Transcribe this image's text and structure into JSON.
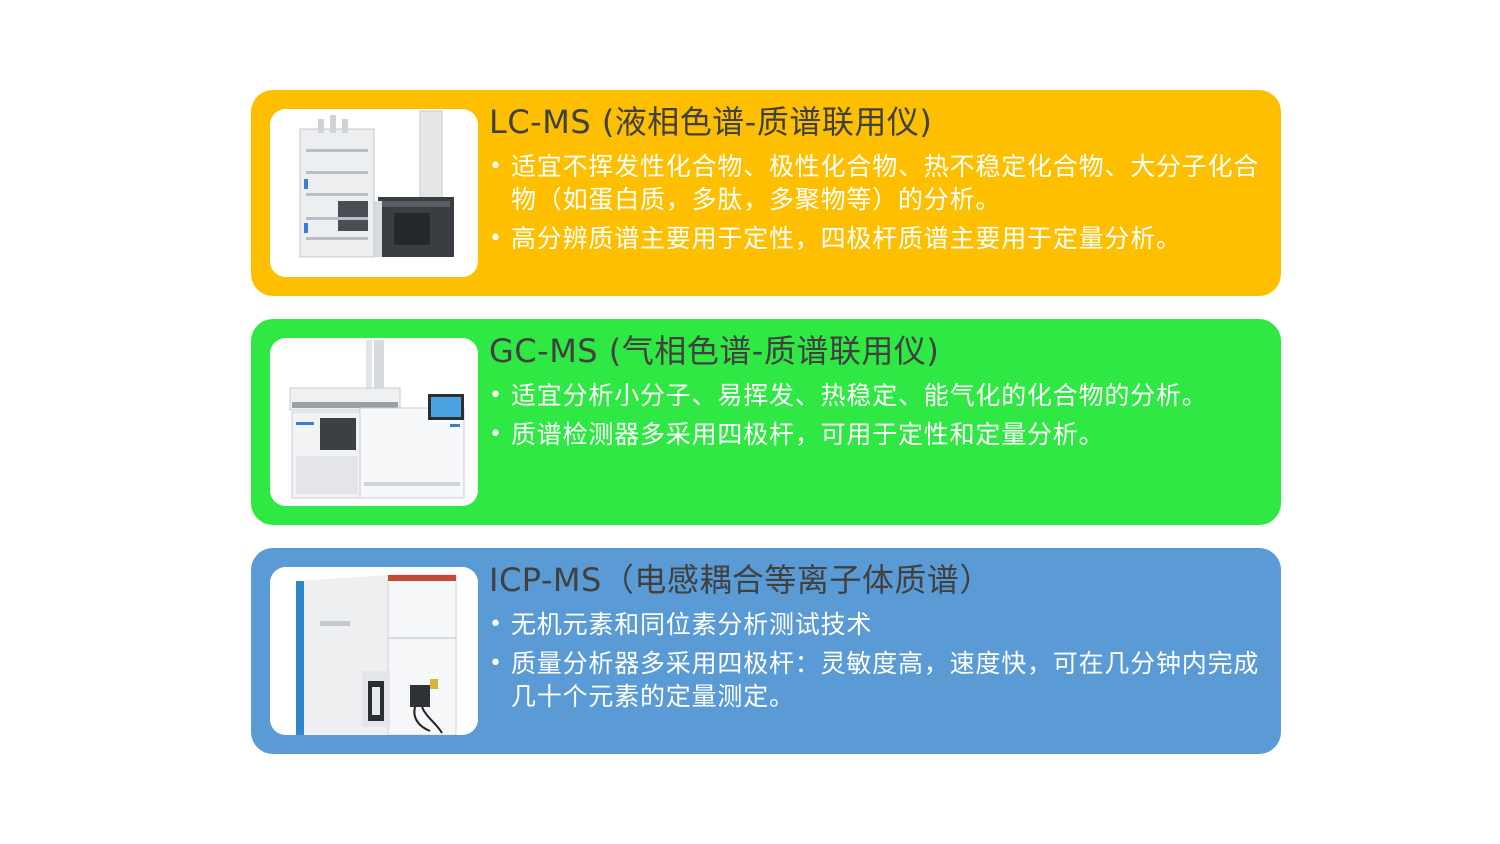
{
  "cards": [
    {
      "title": "LC-MS (液相色谱-质谱联用仪)",
      "image_icon": "lc-ms-instrument-icon",
      "color": "#fdbf00",
      "bullets": [
        "适宜不挥发性化合物、极性化合物、热不稳定化合物、大分子化合物（如蛋白质，多肽，多聚物等）的分析。",
        "高分辨质谱主要用于定性，四极杆质谱主要用于定量分析。"
      ]
    },
    {
      "title": "GC-MS (气相色谱-质谱联用仪)",
      "image_icon": "gc-ms-instrument-icon",
      "color": "#30e844",
      "bullets": [
        "适宜分析小分子、易挥发、热稳定、能气化的化合物的分析。",
        "质谱检测器多采用四极杆，可用于定性和定量分析。"
      ]
    },
    {
      "title": "ICP-MS（电感耦合等离子体质谱）",
      "image_icon": "icp-ms-instrument-icon",
      "color": "#5b9bd5",
      "bullets": [
        "无机元素和同位素分析测试技术",
        "质量分析器多采用四极杆：灵敏度高，速度快，可在几分钟内完成几十个元素的定量测定。"
      ]
    }
  ]
}
